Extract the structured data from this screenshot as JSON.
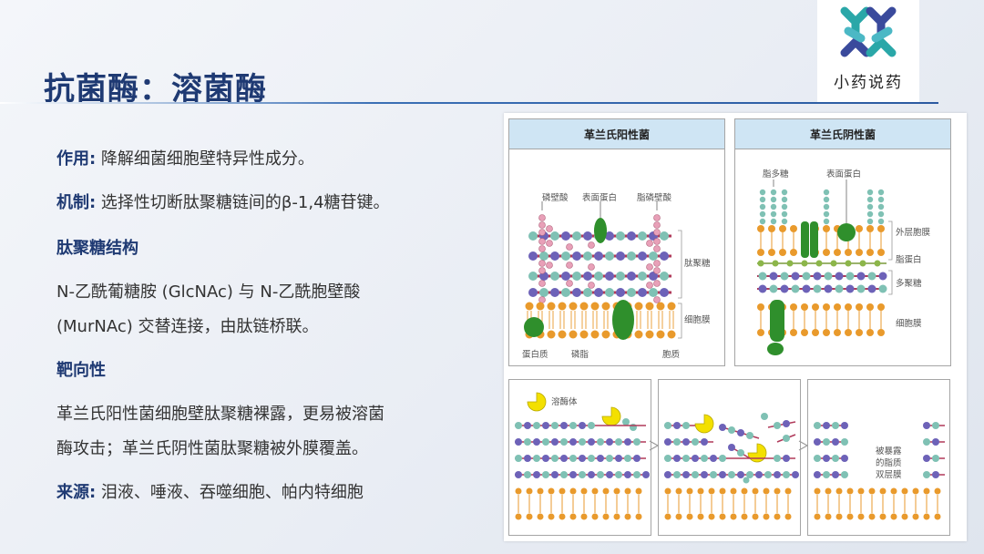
{
  "slide": {
    "title": "抗菌酶：溶菌酶",
    "logo_text": "小药说药",
    "items": [
      {
        "key": "作用:",
        "text": " 降解细菌细胞壁特异性成分。"
      },
      {
        "key": "机制:",
        "text": " 选择性切断肽聚糖链间的β-1,4糖苷键。"
      },
      {
        "heading": "肽聚糖结构"
      },
      {
        "text": "N-乙酰葡糖胺 (GlcNAc) 与 N-乙酰胞壁酸"
      },
      {
        "text": "(MurNAc) 交替连接，由肽链桥联。"
      },
      {
        "heading": "靶向性"
      },
      {
        "text": "革兰氏阳性菌细胞壁肽聚糖裸露，更易被溶菌"
      },
      {
        "text": "酶攻击；革兰氏阴性菌肽聚糖被外膜覆盖。"
      },
      {
        "key": "来源:",
        "text": " 泪液、唾液、吞噬细胞、帕内特细胞"
      }
    ]
  },
  "figure": {
    "gram_positive": {
      "title": "革兰氏阳性菌",
      "labels": {
        "teichoic": "磷壁酸",
        "surface_protein": "表面蛋白",
        "lipoteichoic": "脂磷壁酸",
        "peptidoglycan": "肽聚糖",
        "membrane": "细胞膜",
        "protein": "蛋白质",
        "phospholipid": "磷脂",
        "cytoplasm": "胞质"
      }
    },
    "gram_negative": {
      "title": "革兰氏阴性菌",
      "labels": {
        "lps": "脂多糖",
        "surface_protein": "表面蛋白",
        "outer_membrane": "外层胞膜",
        "lipoprotein": "脂蛋白",
        "peptidoglycan": "多聚糖",
        "membrane": "细胞膜"
      }
    },
    "lysis": {
      "lysozyme": "溶酶体",
      "exposed": [
        "被暴露",
        "的脂质",
        "双层膜"
      ]
    },
    "colors": {
      "header_bg": "#cfe5f4",
      "glcnac": "#7fc1b4",
      "murnac": "#6d62b8",
      "lipid_head": "#e99a2c",
      "protein": "#2f8f2c",
      "teichoic": "#e8a0b8",
      "enzyme": "#f3e000"
    }
  }
}
